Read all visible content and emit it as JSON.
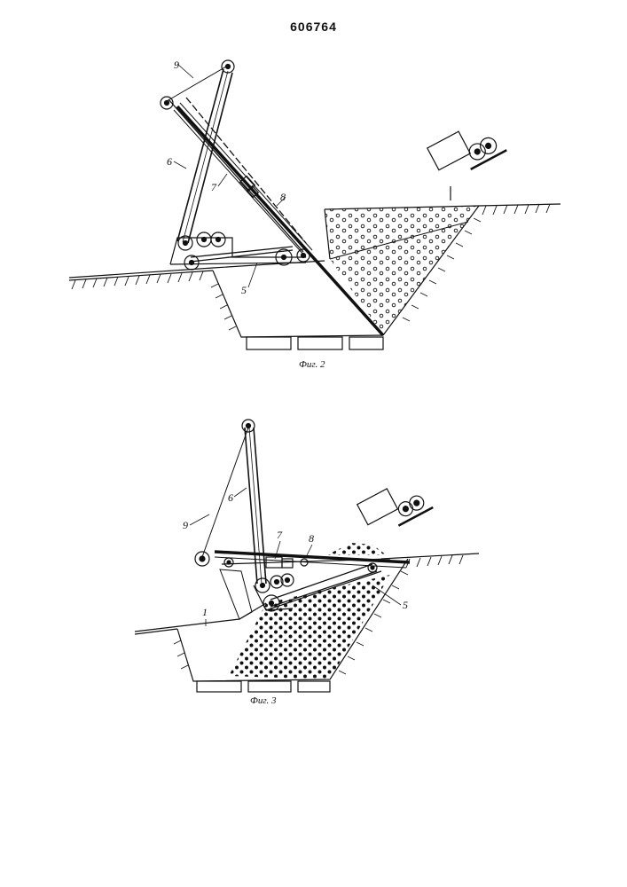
{
  "document": {
    "patent_number": "606764"
  },
  "figure2": {
    "caption": "Фиг. 2",
    "labels": {
      "l9": "9",
      "l6": "6",
      "l7": "7",
      "l8": "8",
      "l5": "5"
    }
  },
  "figure3": {
    "caption": "Фиг. 3",
    "labels": {
      "l6": "6",
      "l9": "9",
      "l7": "7",
      "l8": "8",
      "l5": "5",
      "l1": "1"
    }
  }
}
